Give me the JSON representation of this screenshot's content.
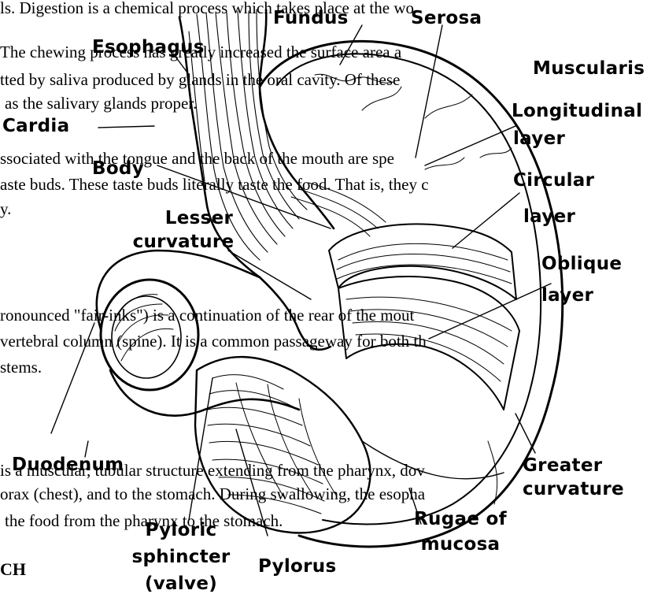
{
  "document": {
    "lines": [
      "ls. Digestion is a chemical process which takes place at the wo",
      "The chewing process has greatly increased the surface area a",
      "tted by saliva produced by glands in the oral cavity. Of these",
      "as the salivary glands proper.",
      "ssociated with the tongue and the back of the mouth are spe",
      "aste buds. These taste buds literally taste the food. That is, they c",
      "y.",
      "ronounced \"fair-inks\") is a continuation of the rear of the mout",
      "vertebral column (spine). It is a common passageway for both th",
      "stems.",
      "is a muscular, tubular structure extending from the pharynx, dov",
      "orax (chest), and to the stomach. During swallowing, the esopha",
      "the food from the pharynx to the stomach."
    ],
    "heading": "CH"
  },
  "diagram": {
    "labels": {
      "fundus": "Fundus",
      "serosa": "Serosa",
      "esophagus": "Esophagus",
      "muscularis": "Muscularis",
      "cardia": "Cardia",
      "longitudinal_1": "Longitudinal",
      "longitudinal_2": "layer",
      "body": "Body",
      "circular_1": "Circular",
      "circular_2": "layer",
      "lesser_1": "Lesser",
      "lesser_2": "curvature",
      "oblique_1": "Oblique",
      "oblique_2": "layer",
      "duodenum": "Duodenum",
      "greater_1": "Greater",
      "greater_2": "curvature",
      "pyloric_1": "Pyloric",
      "pyloric_2": "sphincter",
      "pyloric_3": "(valve)",
      "pylorus": "Pylorus",
      "rugae_1": "Rugae of",
      "rugae_2": "mucosa"
    }
  }
}
